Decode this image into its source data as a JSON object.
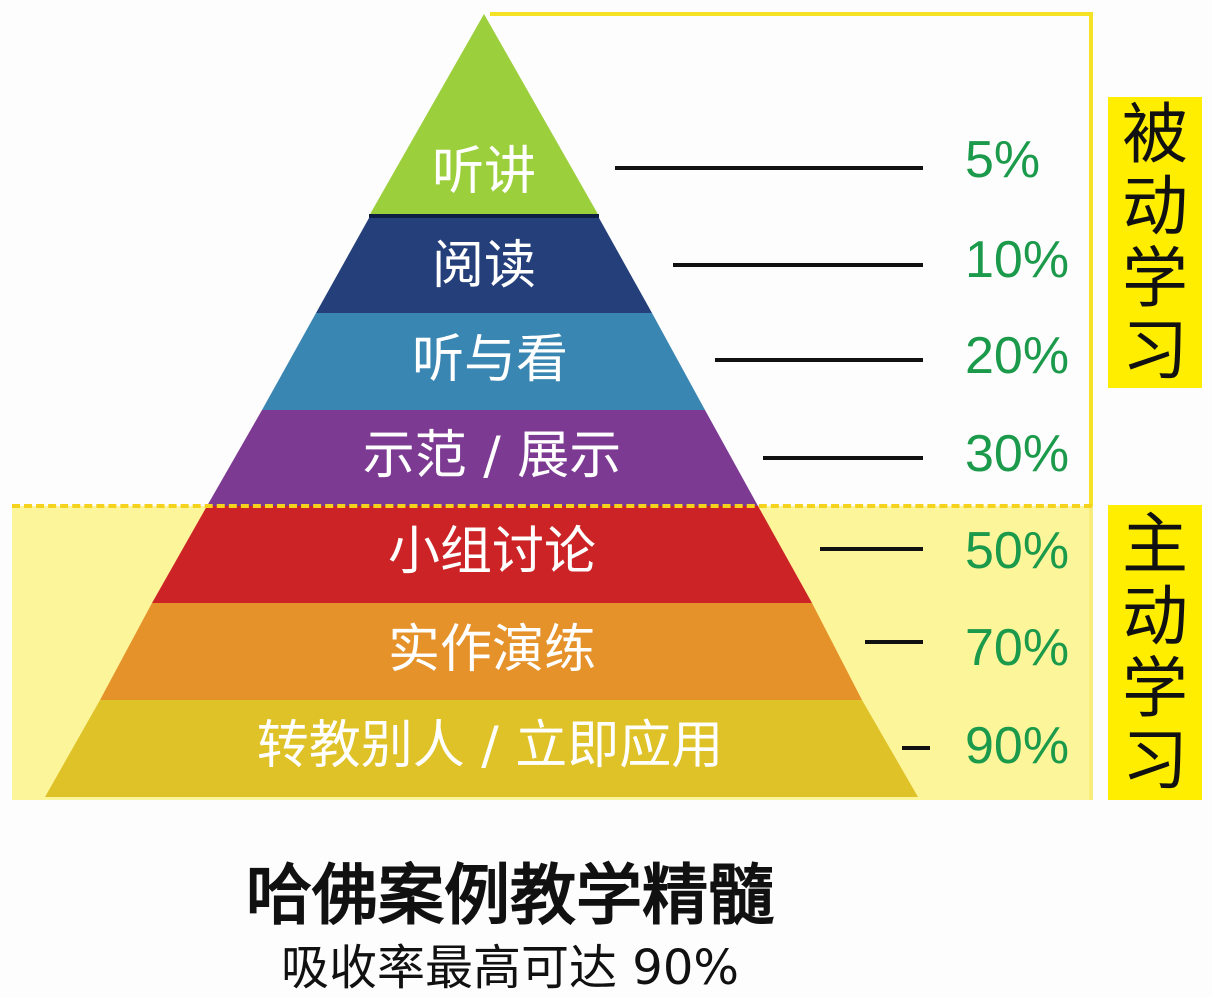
{
  "diagram": {
    "type": "learning-pyramid",
    "layers": [
      {
        "label": "听讲",
        "percent": "5%",
        "color": "#9ccf3c"
      },
      {
        "label": "阅读",
        "percent": "10%",
        "color": "#243f79"
      },
      {
        "label": "听与看",
        "percent": "20%",
        "color": "#3a86b2"
      },
      {
        "label": "示范 / 展示",
        "percent": "30%",
        "color": "#7c3a92"
      },
      {
        "label": "小组讨论",
        "percent": "50%",
        "color": "#cc2426"
      },
      {
        "label": "实作演练",
        "percent": "70%",
        "color": "#e5922a"
      },
      {
        "label": "转教别人 / 立即应用",
        "percent": "90%",
        "color": "#dfc128"
      }
    ],
    "groups": {
      "passive": {
        "label": "被动学习",
        "chars": [
          "被",
          "动",
          "学",
          "习"
        ]
      },
      "active": {
        "label": "主动学习",
        "chars": [
          "主",
          "动",
          "学",
          "习"
        ]
      }
    },
    "colors": {
      "percent_text": "#1a9a4a",
      "group_box": "#ffee00",
      "active_region": "#fdf59a"
    }
  },
  "caption": {
    "title": "哈佛案例教学精髓",
    "subtitle": "吸收率最高可达 90%"
  }
}
